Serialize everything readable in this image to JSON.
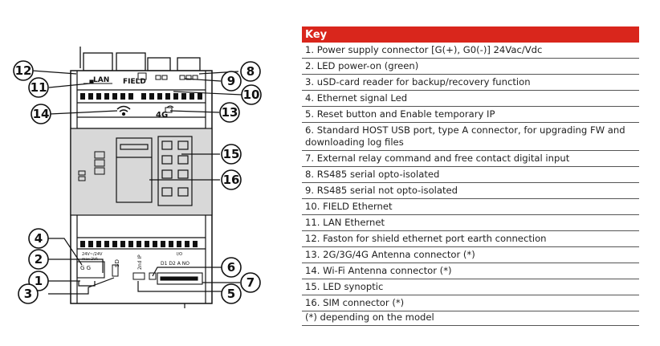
{
  "diagram": {
    "labels": {
      "lan": "LAN",
      "field": "FIELD",
      "cell": "4G",
      "power": "24V~/24V",
      "psu_sub": "max 2VA",
      "g_terms": "G  G",
      "sd": "SD",
      "usb": "2nd IP",
      "relay": "D1 D2 A  NO",
      "io": "I/O"
    },
    "callouts": [
      "1",
      "2",
      "3",
      "4",
      "5",
      "6",
      "7",
      "8",
      "9",
      "10",
      "11",
      "12",
      "13",
      "14",
      "15",
      "16"
    ]
  },
  "key": {
    "title": "Key",
    "items": [
      "1. Power supply connector [G(+), G0(-)]  24Vac/Vdc",
      "2. LED power-on (green)",
      "3. uSD-card reader for backup/recovery function",
      "4. Ethernet signal Led",
      "5. Reset button and Enable temporary IP",
      "6. Standard HOST USB port, type A connector, for upgrading FW and downloading log files",
      "7. External relay command and  free contact digital input",
      "8. RS485 serial opto-isolated",
      "9. RS485 serial not opto-isolated",
      "10. FIELD Ethernet",
      "11. LAN Ethernet",
      "12. Faston for shield ethernet port earth connection",
      "13. 2G/3G/4G Antenna connector (*)",
      "14. Wi-Fi Antenna connector (*)",
      "15. LED synoptic",
      "16. SIM connector (*)"
    ],
    "note": "(*) depending on the model"
  },
  "colors": {
    "header": "#d9261c",
    "panel": "#d8d8d8",
    "outline": "#111111"
  }
}
